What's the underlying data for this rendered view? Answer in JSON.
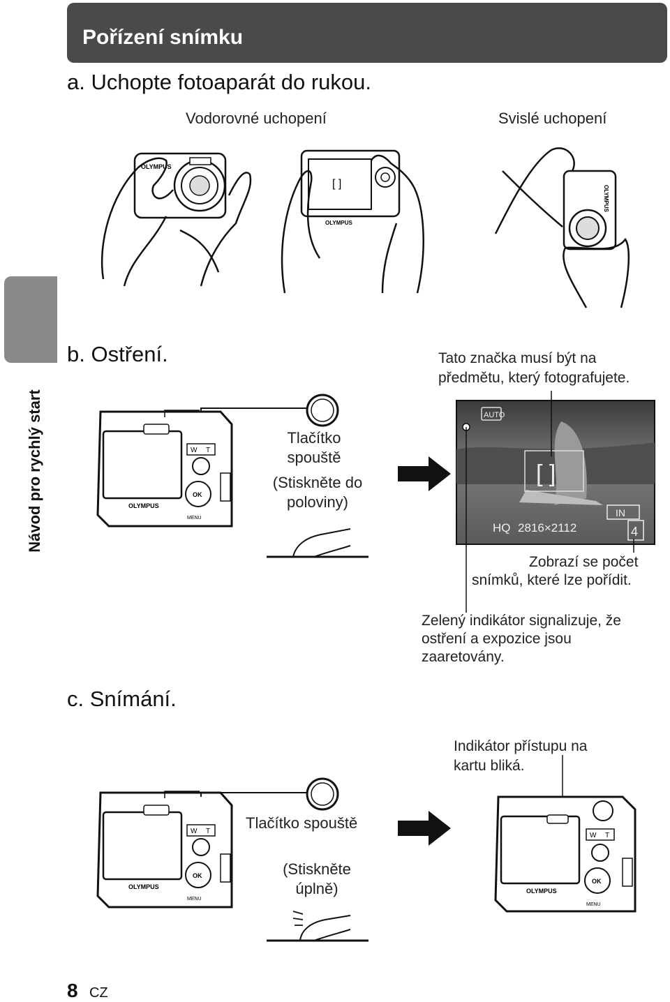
{
  "header": {
    "title": "Pořízení snímku"
  },
  "sidebar": {
    "label": "Návod pro rychlý start"
  },
  "section_a": {
    "heading": "a. Uchopte fotoaparát do rukou.",
    "horizontal_label": "Vodorovné uchopení",
    "vertical_label": "Svislé uchopení"
  },
  "section_b": {
    "heading": "b. Ostření.",
    "shutter_label_line1": "Tlačítko",
    "shutter_label_line2": "spouště",
    "press_half_line1": "(Stiskněte do",
    "press_half_line2": "poloviny)",
    "mark_note_line1": "Tato značka musí být na",
    "mark_note_line2": "předmětu, který fotografujete.",
    "lcd_mode": "AUTO",
    "lcd_quality": "HQ",
    "lcd_resolution": "2816×2112",
    "lcd_memory": "IN",
    "lcd_count": "4",
    "count_note_line1": "Zobrazí se počet",
    "count_note_line2": "snímků, které lze pořídit.",
    "green_note_line1": "Zelený indikátor signalizuje, že",
    "green_note_line2": "ostření a expozice jsou",
    "green_note_line3": "zaaretovány."
  },
  "section_c": {
    "heading": "c. Snímání.",
    "shutter_label": "Tlačítko spouště",
    "press_full_line1": "(Stiskněte",
    "press_full_line2": "úplně)",
    "access_note_line1": "Indikátor přístupu na",
    "access_note_line2": "kartu bliká."
  },
  "camera": {
    "brand": "OLYMPUS",
    "zoom_wide": "W",
    "zoom_tele": "T",
    "ok_label": "OK",
    "menu_label": "MENU"
  },
  "footer": {
    "page_number": "8",
    "language": "CZ"
  },
  "colors": {
    "header_bg": "#4a4a4a",
    "side_tab": "#8a8a8a",
    "lcd_bg": "#6b6b6b"
  }
}
